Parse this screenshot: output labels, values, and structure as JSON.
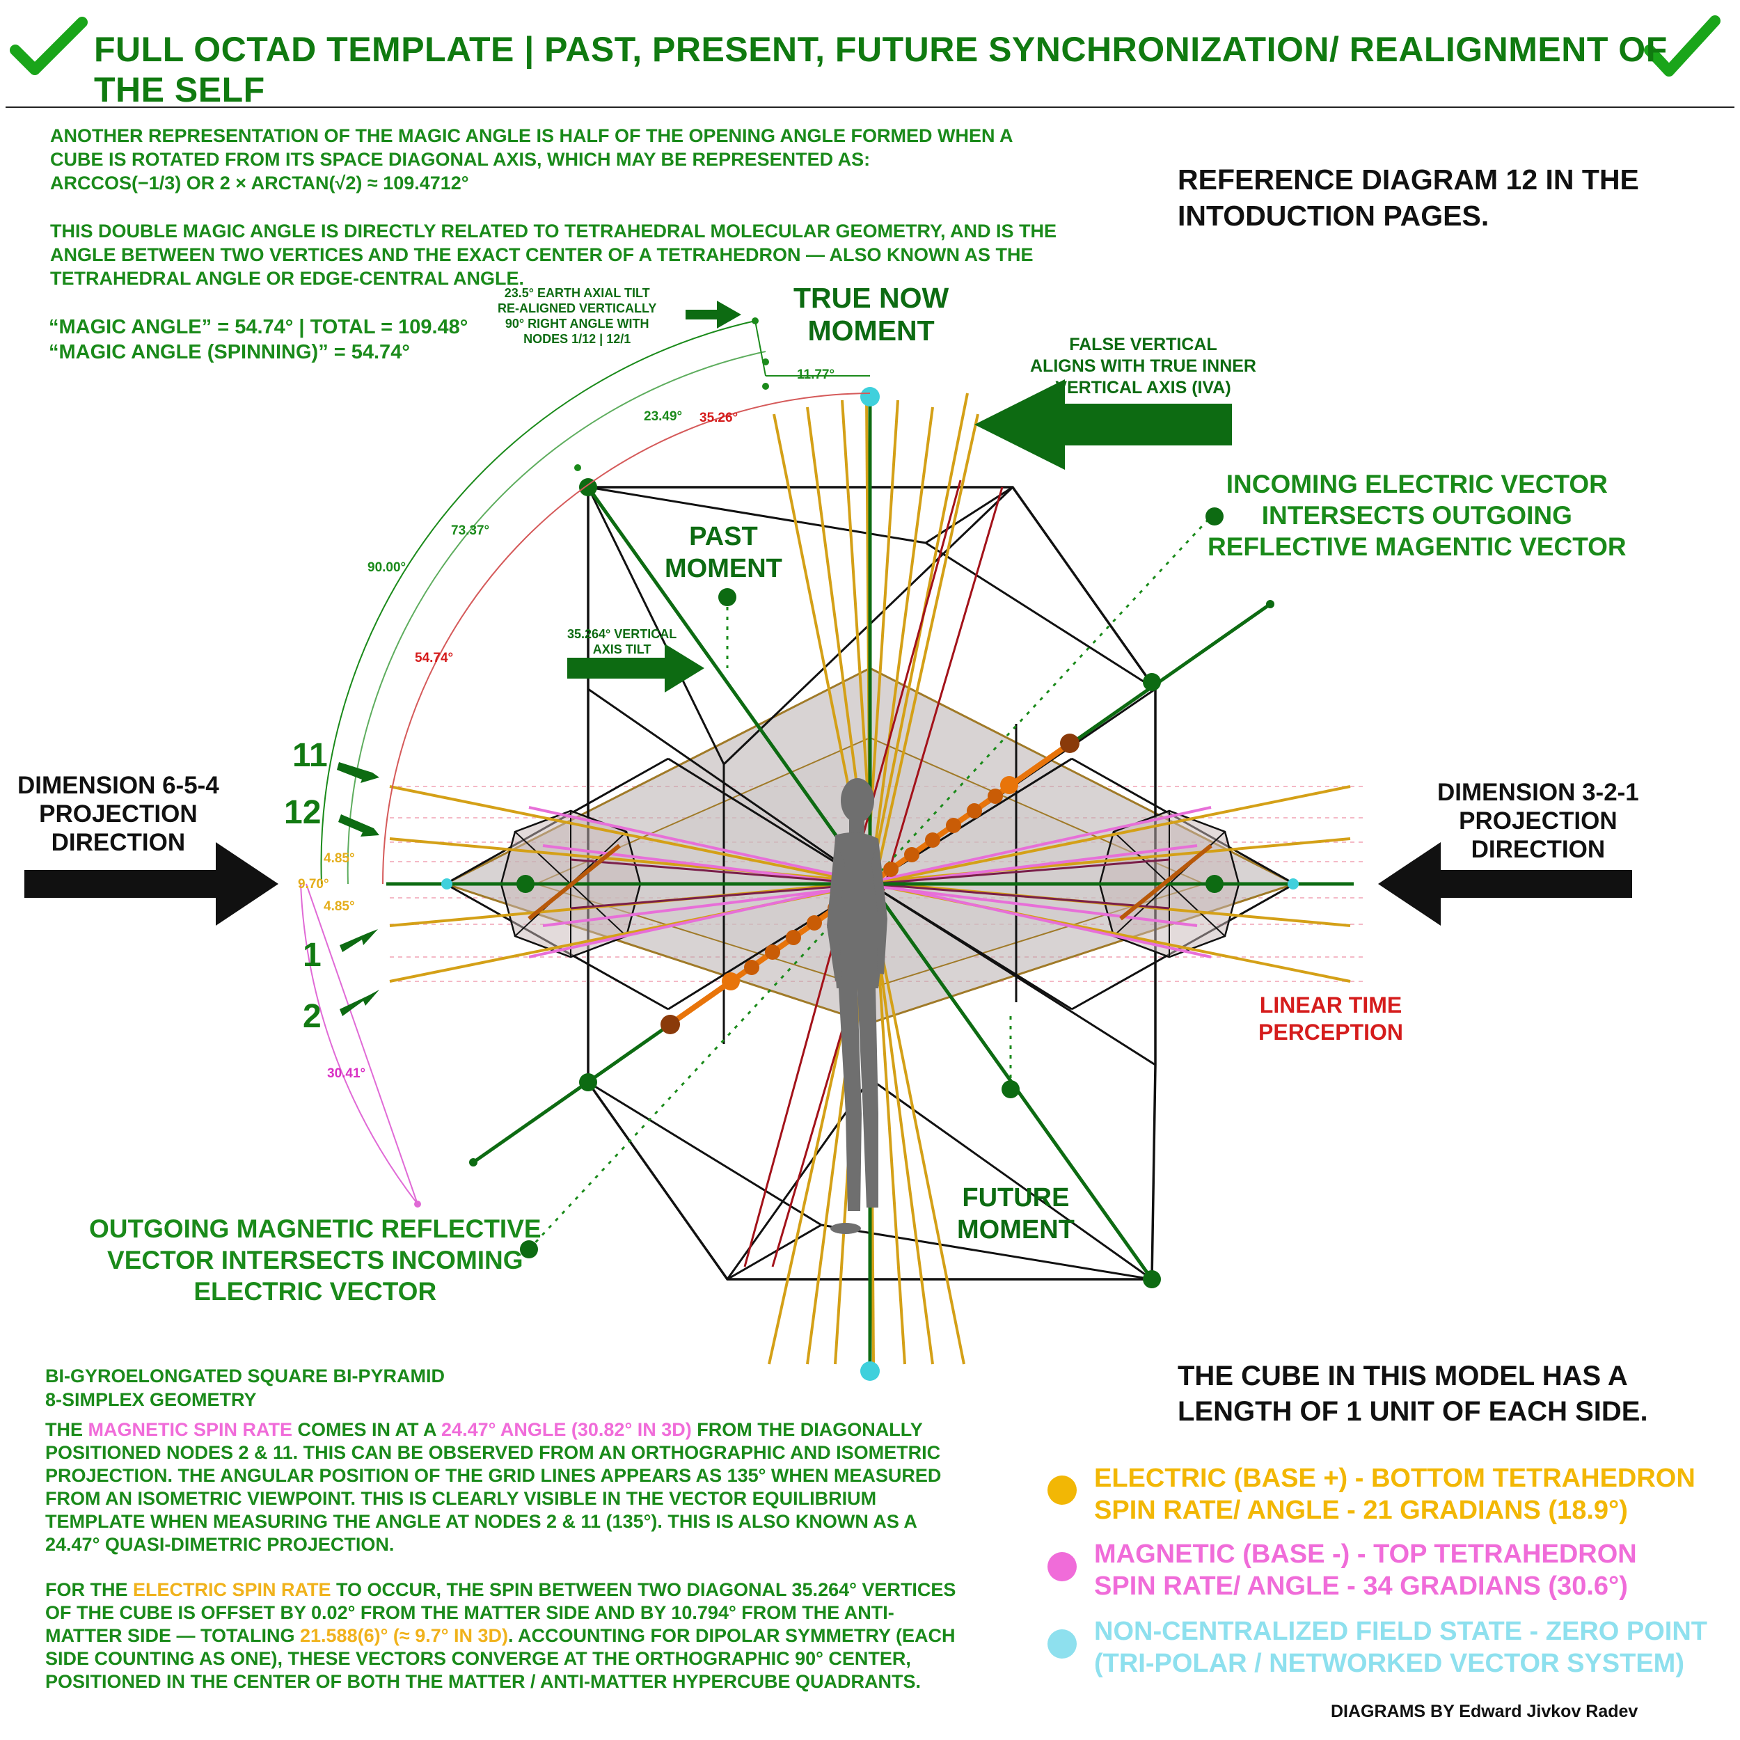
{
  "header": {
    "title": "FULL OCTAD TEMPLATE | PAST, PRESENT, FUTURE SYNCHRONIZATION/ REALIGNMENT OF THE SELF"
  },
  "intro": {
    "line1": "ANOTHER REPRESENTATION OF THE MAGIC ANGLE IS HALF OF THE OPENING ANGLE FORMED WHEN A\nCUBE IS ROTATED FROM ITS SPACE DIAGONAL AXIS, WHICH MAY BE REPRESENTED AS:\nARCCOS(−1/3) OR 2 × ARCTAN(√2) ≈ 109.4712°",
    "line2": "THIS DOUBLE MAGIC ANGLE IS DIRECTLY RELATED TO TETRAHEDRAL MOLECULAR GEOMETRY, AND IS THE\nANGLE BETWEEN TWO VERTICES AND THE EXACT CENTER OF A TETRAHEDRON — ALSO KNOWN AS THE\nTETRAHEDRAL ANGLE OR EDGE-CENTRAL ANGLE.",
    "magic": "“MAGIC ANGLE” = 54.74° | TOTAL = 109.48°\n“MAGIC ANGLE (SPINNING)” = 54.74°"
  },
  "reference": "REFERENCE DIAGRAM 12 IN THE\nINTODUCTION PAGES.",
  "labels": {
    "earth_tilt": "23.5° EARTH AXIAL TILT\nRE-ALIGNED VERTICALLY\n90° RIGHT ANGLE WITH\nNODES 1/12 | 12/1",
    "true_now": "TRUE NOW\nMOMENT",
    "false_vertical": "FALSE VERTICAL\nALIGNS WITH TRUE INNER\nVERTICAL AXIS (IVA)",
    "incoming": "INCOMING ELECTRIC VECTOR\nINTERSECTS OUTGOING\nREFLECTIVE MAGENTIC VECTOR",
    "past": "PAST\nMOMENT",
    "axis_tilt": "35.264° VERTICAL\nAXIS TILT",
    "dim_left": "DIMENSION 6-5-4\nPROJECTION\nDIRECTION",
    "dim_right": "DIMENSION 3-2-1\nPROJECTION\nDIRECTION",
    "linear_time": "LINEAR TIME\nPERCEPTION",
    "future": "FUTURE\nMOMENT",
    "outgoing": "OUTGOING MAGNETIC REFLECTIVE\nVECTOR INTERSECTS INCOMING\nELECTRIC VECTOR",
    "node11": "11",
    "node12": "12",
    "node1": "1",
    "node2": "2"
  },
  "angles": {
    "a1177": "11.77°",
    "a2349": "23.49°",
    "a3526": "35.26°",
    "a7337": "73.37°",
    "a9000": "90.00°",
    "a5474": "54.74°",
    "a485a": "4.85°",
    "a970": "9.70°",
    "a485b": "4.85°",
    "a3041": "30.41°"
  },
  "geometry_title": "BI-GYROELONGATED SQUARE BI-PYRAMID\n8-SIMPLEX GEOMETRY",
  "para1": {
    "t1": "THE ",
    "t2": "MAGNETIC SPIN RATE",
    "t3": " COMES IN AT A ",
    "t4": "24.47° ANGLE (30.82° IN 3D)",
    "t5": " FROM THE DIAGONALLY POSITIONED NODES 2 & 11. THIS CAN BE OBSERVED FROM AN ORTHOGRAPHIC AND ISOMETRIC PROJECTION. THE ANGULAR POSITION OF THE GRID LINES APPEARS AS 135° WHEN MEASURED FROM AN ISOMETRIC VIEWPOINT. THIS IS CLEARLY VISIBLE IN THE VECTOR EQUILIBRIUM TEMPLATE WHEN MEASURING THE ANGLE AT NODES 2 & 11 (135°). THIS IS ALSO KNOWN AS A 24.47° QUASI-DIMETRIC PROJECTION."
  },
  "para2": {
    "t1": "FOR THE ",
    "t2": "ELECTRIC SPIN RATE",
    "t3": " TO OCCUR, THE SPIN BETWEEN TWO DIAGONAL 35.264° VERTICES OF THE CUBE IS OFFSET BY 0.02° FROM THE MATTER SIDE AND BY 10.794° FROM THE ANTI-MATTER SIDE — TOTALING ",
    "t4": "21.588(6)° (≈ 9.7° IN 3D)",
    "t5": ". ACCOUNTING FOR DIPOLAR SYMMETRY (EACH SIDE COUNTING AS ONE), THESE VECTORS CONVERGE AT THE ORTHOGRAPHIC 90° CENTER, POSITIONED IN THE CENTER OF BOTH THE MATTER / ANTI-MATTER HYPERCUBE QUADRANTS."
  },
  "cube_note": "THE CUBE IN THIS MODEL HAS A\nLENGTH OF 1 UNIT OF EACH SIDE.",
  "legend": [
    {
      "label": "ELECTRIC (BASE +) - BOTTOM TETRAHEDRON\nSPIN RATE/ ANGLE - 21 GRADIANS (18.9°)",
      "color": "#f2b705"
    },
    {
      "label": "MAGNETIC (BASE -) - TOP TETRAHEDRON\nSPIN RATE/ ANGLE - 34 GRADIANS (30.6°)",
      "color": "#f06cd9"
    },
    {
      "label": "NON-CENTRALIZED FIELD STATE - ZERO POINT\n(TRI-POLAR / NETWORKED VECTOR SYSTEM)",
      "color": "#8ee0ee"
    }
  ],
  "credit": "DIAGRAMS BY Edward Jivkov Radev",
  "colors": {
    "green": "#1a8a1a",
    "dark_green": "#0d6b12",
    "gold": "#d4a017",
    "pink": "#e76fd8",
    "cyan": "#3fd0dc",
    "red": "#d51c1c",
    "orange": "#e8740a"
  }
}
